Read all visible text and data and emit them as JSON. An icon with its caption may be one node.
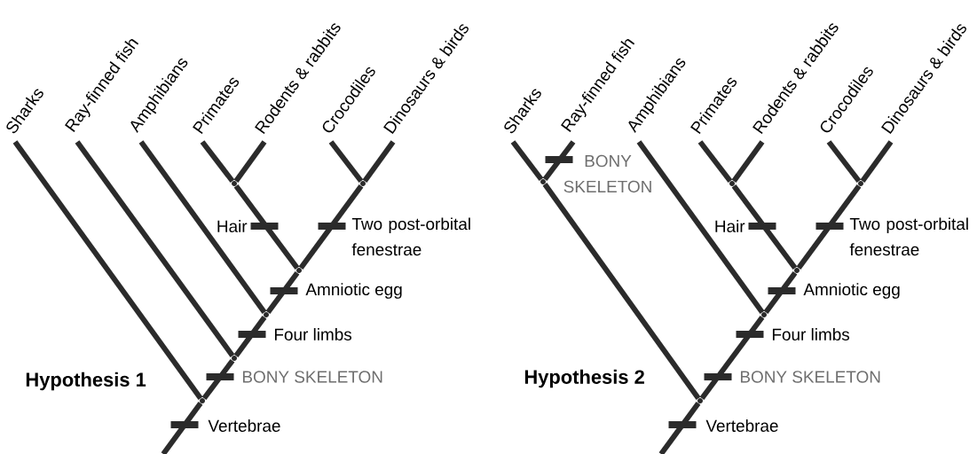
{
  "diagram": {
    "nodes": [
      {
        "text": [
          "Sharks"
        ]
      },
      {
        "text": [
          "Ray-finned fish"
        ]
      },
      {
        "text": [
          "Amphibians"
        ]
      },
      {
        "text": [
          "Primates"
        ]
      },
      {
        "text": [
          "Rodents & rabbits"
        ]
      },
      {
        "text": [
          "Crocodiles"
        ]
      },
      {
        "text": [
          "Dinosaurs & birds"
        ]
      },
      {
        "text": [
          "Sharks"
        ]
      },
      {
        "text": [
          "Ray-finned fish"
        ]
      },
      {
        "text": [
          "Amphibians"
        ]
      },
      {
        "text": [
          "Primates"
        ]
      },
      {
        "text": [
          "Rodents & rabbits"
        ]
      },
      {
        "text": [
          "Crocodiles"
        ]
      },
      {
        "text": [
          "Dinosaurs & birds"
        ]
      },
      {
        "text": [],
        "shape": "circle"
      },
      {
        "text": [],
        "shape": "circle"
      },
      {
        "text": [],
        "shape": "circle"
      },
      {
        "text": [],
        "shape": "circle"
      },
      {
        "text": [],
        "shape": "circle"
      },
      {
        "text": [],
        "shape": "circle"
      },
      {
        "text": [],
        "shape": "circle"
      },
      {
        "text": [],
        "shape": "circle"
      },
      {
        "text": [],
        "shape": "circle"
      },
      {
        "text": [],
        "shape": "circle"
      },
      {
        "text": [],
        "shape": "circle"
      },
      {
        "text": [],
        "shape": "circle"
      }
    ],
    "edges": [
      {
        "from": null,
        "to": 14,
        "arrow": "none"
      },
      {
        "from": 14,
        "to": 0,
        "arrow": "none"
      },
      {
        "from": 14,
        "to": 15,
        "arrow": "none"
      },
      {
        "from": 15,
        "to": 1,
        "arrow": "none"
      },
      {
        "from": 15,
        "to": 16,
        "arrow": "none"
      },
      {
        "from": 16,
        "to": 2,
        "arrow": "none"
      },
      {
        "from": 16,
        "to": 17,
        "arrow": "none"
      },
      {
        "from": 17,
        "to": 18,
        "arrow": "none"
      },
      {
        "from": 17,
        "to": 19,
        "arrow": "none"
      },
      {
        "from": 18,
        "to": 3,
        "arrow": "none"
      },
      {
        "from": 18,
        "to": 4,
        "arrow": "none"
      },
      {
        "from": 19,
        "to": 5,
        "arrow": "none"
      },
      {
        "from": 19,
        "to": 6,
        "arrow": "none"
      },
      {
        "from": null,
        "to": 21,
        "arrow": "none"
      },
      {
        "from": 21,
        "to": 20,
        "arrow": "none"
      },
      {
        "from": 20,
        "to": 7,
        "arrow": "none"
      },
      {
        "from": 20,
        "to": 8,
        "arrow": "none"
      },
      {
        "from": 21,
        "to": 22,
        "arrow": "none"
      },
      {
        "from": 22,
        "to": 9,
        "arrow": "none"
      },
      {
        "from": 22,
        "to": 23,
        "arrow": "none"
      },
      {
        "from": 23,
        "to": 24,
        "arrow": "none"
      },
      {
        "from": 23,
        "to": 25,
        "arrow": "none"
      },
      {
        "from": 24,
        "to": 10,
        "arrow": "none"
      },
      {
        "from": 24,
        "to": 11,
        "arrow": "none"
      },
      {
        "from": 25,
        "to": 12,
        "arrow": "none"
      },
      {
        "from": 25,
        "to": 13,
        "arrow": "none"
      }
    ],
    "labels": [
      "Hair",
      "Two post-orbital fenestrae",
      "Amniotic egg",
      "Four limbs",
      "BONY SKELETON",
      "Hypothesis 1",
      "Vertebrae",
      "BONY SKELETON",
      "Hair",
      "Two post-orbital fenestrae",
      "Amniotic egg",
      "Four limbs",
      "BONY SKELETON",
      "Hypothesis 2",
      "Vertebrae"
    ]
  }
}
